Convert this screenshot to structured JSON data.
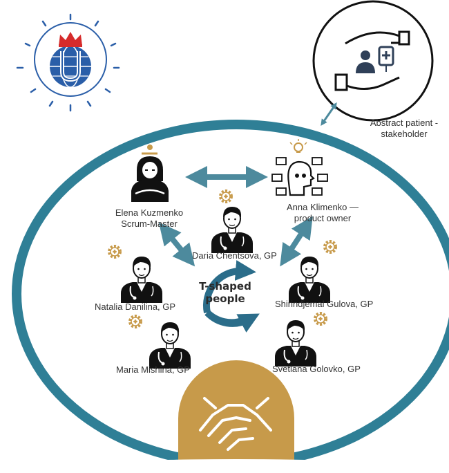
{
  "colors": {
    "ring": "#2f7f96",
    "arrow": "#4d8a9d",
    "gold": "#c79a4a",
    "ink": "#111111",
    "logo_blue": "#2a5ea8",
    "logo_red": "#d62b2b"
  },
  "stakeholder": {
    "line1": "Abstract patient -",
    "line2": "stakeholder",
    "icon": "patient-care-icon"
  },
  "team": {
    "scrum_master": {
      "name": "Elena Kuzmenko",
      "role": "Scrum-Master"
    },
    "product_owner": {
      "name": "Anna Klimenko —",
      "role": "product owner"
    },
    "members": [
      {
        "label": "Daria Chentsova, GP"
      },
      {
        "label": "Natalia Danilina, GP"
      },
      {
        "label": "Shirindjemal Gulova, GP"
      },
      {
        "label": "Maria Mishina, GP"
      },
      {
        "label": "Svetlana Golovko, GP"
      }
    ]
  },
  "center": {
    "line1": "T-shaped",
    "line2": "people"
  },
  "icons": [
    "university-logo-icon",
    "manager-icon",
    "idea-brainstorm-icon",
    "doctor-icon",
    "gear-icon",
    "handshake-icon",
    "cycle-arrows-icon"
  ]
}
